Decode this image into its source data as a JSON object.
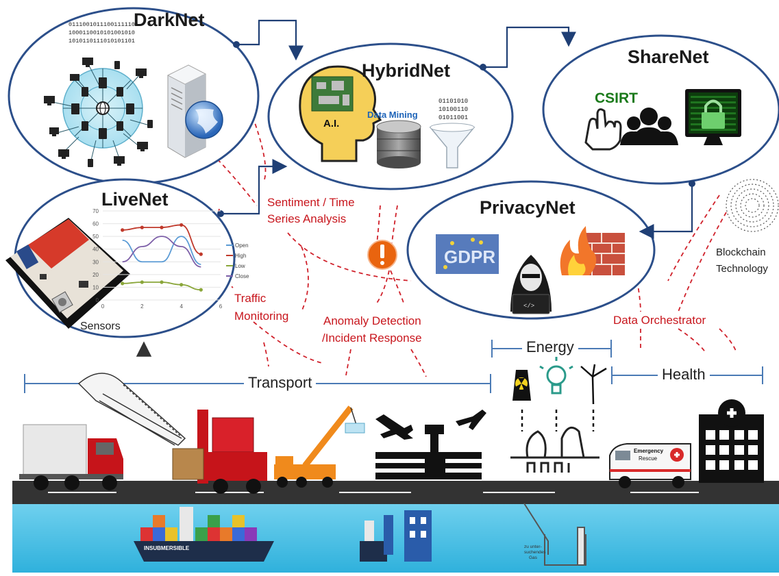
{
  "nets": {
    "darknet": "DarkNet",
    "hybridnet": "HybridNet",
    "sharenet": "ShareNet",
    "livenet": "LiveNet",
    "privacynet": "PrivacyNet"
  },
  "darknet": {
    "binary": [
      "0111001011100111110",
      "1000110010101001010",
      "1010110111010101101"
    ]
  },
  "hybridnet": {
    "ai": "A.I.",
    "data_mining": "Data Mining",
    "funnel_binary": [
      "01101010",
      "10100110",
      "01011001"
    ]
  },
  "sharenet": {
    "csirt": "CSIRT"
  },
  "privacynet": {
    "gdpr": "GDPR",
    "code_tag": "</>"
  },
  "livenet": {
    "sensors": "Sensors",
    "chart_data": {
      "type": "line",
      "x": [
        1,
        2,
        3,
        4,
        5
      ],
      "ylim": [
        0,
        70
      ],
      "xlim": [
        0,
        6
      ],
      "yticks": [
        "70",
        "60",
        "50",
        "40",
        "30",
        "20",
        "10",
        "0"
      ],
      "xticks": [
        "0",
        "2",
        "4",
        "6"
      ],
      "legend_position": "right",
      "series": [
        {
          "name": "Open",
          "color": "#5b9bd5",
          "values": [
            47,
            30,
            30,
            50,
            28
          ]
        },
        {
          "name": "High",
          "color": "#c0392b",
          "values": [
            55,
            57,
            57,
            59,
            36
          ]
        },
        {
          "name": "Low",
          "color": "#8aa63a",
          "values": [
            13,
            14,
            14,
            12,
            8
          ]
        },
        {
          "name": "Close",
          "color": "#7d5fa8",
          "values": [
            30,
            42,
            50,
            42,
            26
          ]
        }
      ]
    }
  },
  "annotations": {
    "sentiment": [
      "Sentiment / Time",
      "Series Analysis"
    ],
    "traffic": [
      "Traffic",
      "Monitoring"
    ],
    "anomaly": [
      "Anomaly Detection",
      "/Incident Response"
    ],
    "orchestrator": "Data Orchestrator",
    "blockchain": [
      "Blockchain",
      "Technology"
    ]
  },
  "sectors": {
    "transport": "Transport",
    "energy": "Energy",
    "health": "Health"
  },
  "vehicles": {
    "ambulance_line1": "Emergency",
    "ambulance_line2": "Rescue",
    "ship_name": "INSUBMERSIBLE",
    "gas_label": [
      "zu unter-",
      "suchendes",
      "Gas"
    ]
  },
  "colors": {
    "ellipse_stroke": "#2c4f8a",
    "link_line": "#1f3f75",
    "dashed_red": "#d0212b",
    "road": "#333333",
    "water": "#55c6e6",
    "csirt_green": "#1a7a1a",
    "sector_line": "#4a7ab5"
  }
}
